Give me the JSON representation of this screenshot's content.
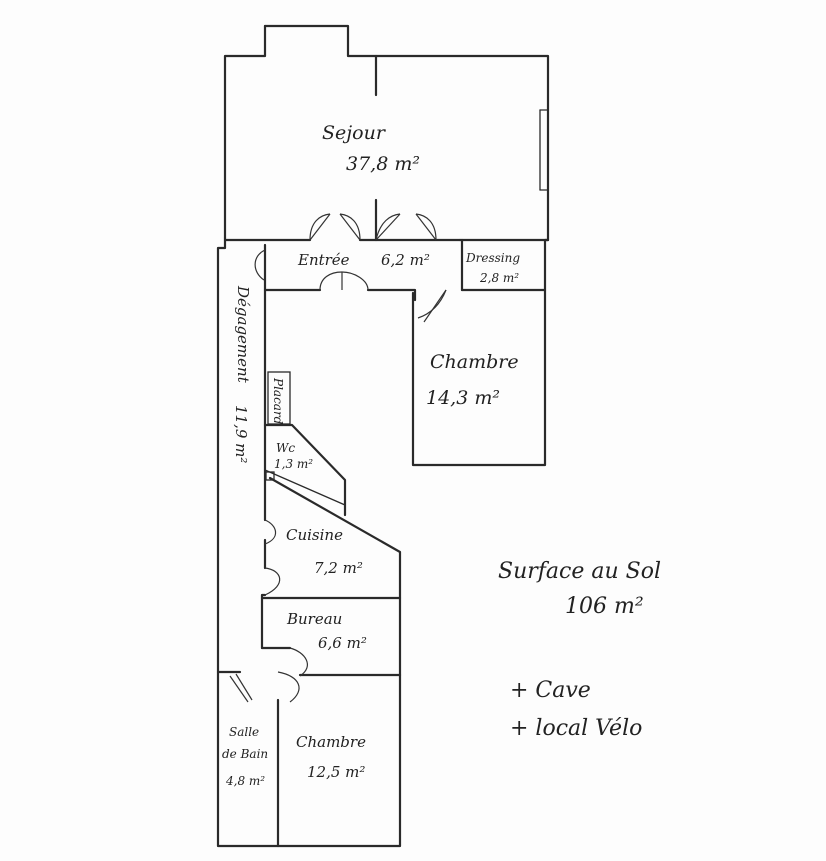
{
  "rooms": {
    "sejour": {
      "name": "Sejour",
      "area": "37,8 m²"
    },
    "entree": {
      "name": "Entrée",
      "area": "6,2 m²"
    },
    "dressing": {
      "name": "Dressing",
      "area": "2,8 m²"
    },
    "chambre1": {
      "name": "Chambre",
      "area": "14,3 m²"
    },
    "degagement": {
      "name": "Dégagement",
      "area": "11,9 m²"
    },
    "placard": {
      "name": "Placard"
    },
    "wc": {
      "name": "Wc",
      "area": "1,3 m²"
    },
    "cuisine": {
      "name": "Cuisine",
      "area": "7,2 m²"
    },
    "bureau": {
      "name": "Bureau",
      "area": "6,6 m²"
    },
    "salle_de_bain": {
      "name_line1": "Salle",
      "name_line2": "de Bain",
      "area": "4,8 m²"
    },
    "chambre2": {
      "name": "Chambre",
      "area": "12,5 m²"
    }
  },
  "notes": {
    "surface_label": "Surface au Sol",
    "surface_value": "106 m²",
    "extra1": "+ Cave",
    "extra2": "+ local Vélo"
  }
}
